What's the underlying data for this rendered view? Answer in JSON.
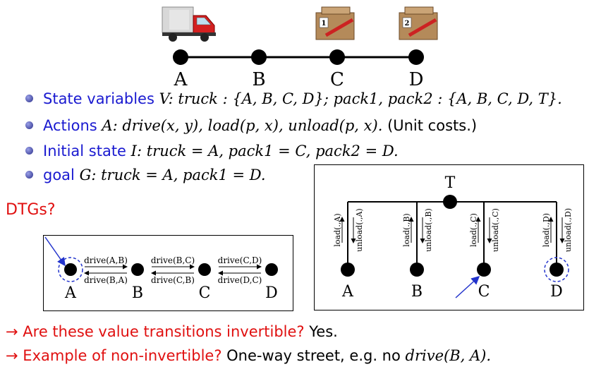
{
  "top_graph": {
    "nodes": [
      "A",
      "B",
      "C",
      "D"
    ],
    "icons": {
      "truck": "truck-icon",
      "pack1_label": "1",
      "pack2_label": "2"
    }
  },
  "bullets": {
    "state_vars": {
      "label": "State variables",
      "math": "V: truck : {A, B, C, D}; pack1, pack2 : {A, B, C, D, T}."
    },
    "actions": {
      "label": "Actions",
      "math": "A: drive(x, y), load(p, x), unload(p, x).",
      "suffix": "(Unit costs.)"
    },
    "initial": {
      "label": "Initial state",
      "math": "I: truck = A, pack1 = C, pack2 = D."
    },
    "goal": {
      "label": "goal",
      "math": "G: truck = A, pack1 = D."
    }
  },
  "dtgs_heading": "DTGs?",
  "truck_dtg": {
    "nodes": [
      "A",
      "B",
      "C",
      "D"
    ],
    "forward_labels": [
      "drive(A,B)",
      "drive(B,C)",
      "drive(C,D)"
    ],
    "backward_labels": [
      "drive(B,A)",
      "drive(C,B)",
      "drive(D,C)"
    ]
  },
  "pack_dtg": {
    "center": "T",
    "nodes": [
      "A",
      "B",
      "C",
      "D"
    ],
    "load_labels": [
      "load(.,A)",
      "load(.,B)",
      "load(.,C)",
      "load(.,D)"
    ],
    "unload_labels": [
      "unload(.,A)",
      "unload(.,B)",
      "unload(.,C)",
      "unload(.,D)"
    ]
  },
  "questions": {
    "q1": "Are these value transitions invertible?",
    "a1": "Yes.",
    "q2": "Example of non-invertible?",
    "a2": "One-way street, e.g. no",
    "a2_math": "drive(B, A)."
  },
  "colors": {
    "accent_blue": "#1a1ad0",
    "question_red": "#e01010",
    "dashed_blue": "#2233cc"
  }
}
